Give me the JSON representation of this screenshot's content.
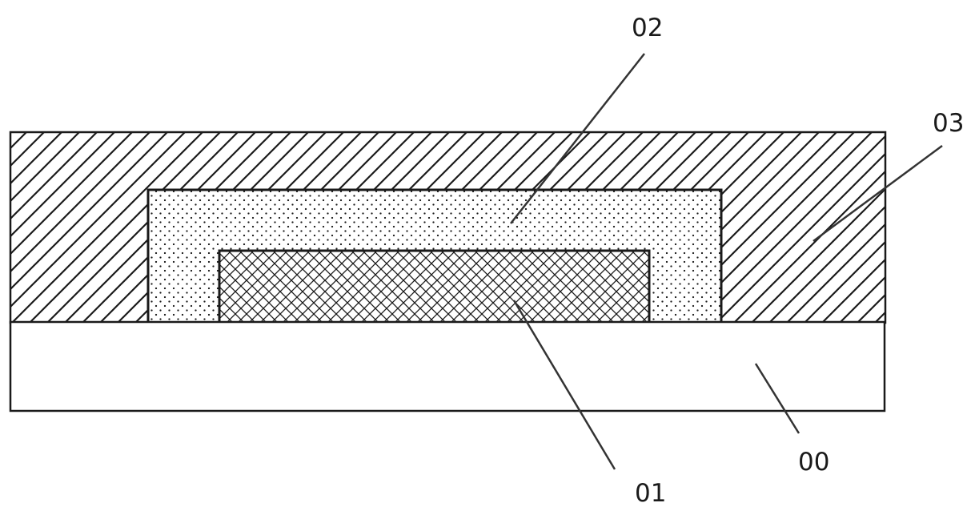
{
  "diagram": {
    "labels": {
      "substrate": "00",
      "first_layer": "01",
      "second_layer": "02",
      "third_layer": "03"
    }
  }
}
